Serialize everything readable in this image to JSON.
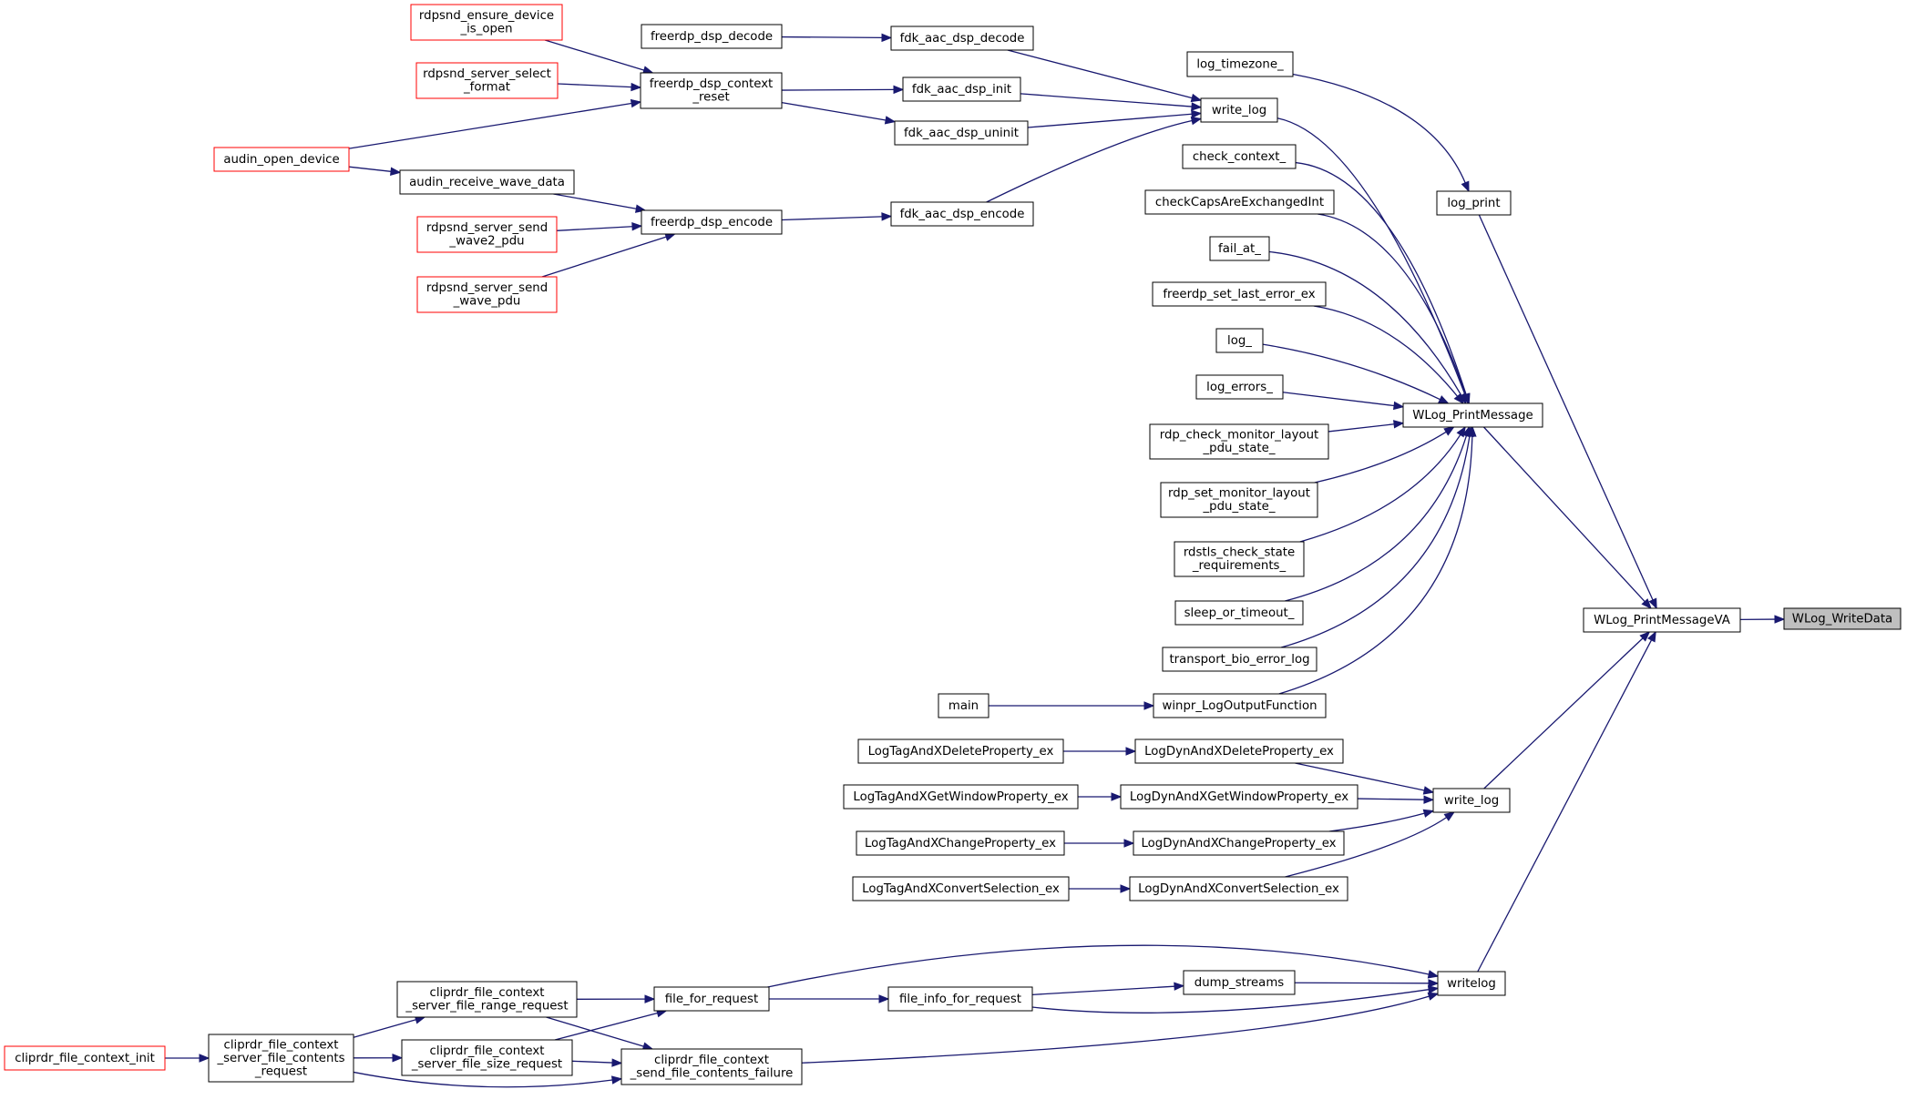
{
  "graph": {
    "title": "",
    "colors": {
      "edge": "#191970",
      "node_border": "#000000",
      "truncated_node_border": "#ff0000",
      "focus_node_fill": "#bfbfbf",
      "background": "#ffffff"
    },
    "nodes": [
      {
        "id": "wlog_writedata",
        "lines": [
          "WLog_WriteData"
        ],
        "style": "focus"
      },
      {
        "id": "wlog_printmessageva",
        "lines": [
          "WLog_PrintMessageVA"
        ],
        "style": "normal"
      },
      {
        "id": "log_print",
        "lines": [
          "log_print"
        ],
        "style": "normal"
      },
      {
        "id": "wlog_printmessage",
        "lines": [
          "WLog_PrintMessage"
        ],
        "style": "normal"
      },
      {
        "id": "write_log_x",
        "lines": [
          "write_log"
        ],
        "style": "normal"
      },
      {
        "id": "writelog",
        "lines": [
          "writelog"
        ],
        "style": "normal"
      },
      {
        "id": "log_timezone",
        "lines": [
          "log_timezone_"
        ],
        "style": "normal"
      },
      {
        "id": "write_log_dsp",
        "lines": [
          "write_log"
        ],
        "style": "normal"
      },
      {
        "id": "check_context",
        "lines": [
          "check_context_"
        ],
        "style": "normal"
      },
      {
        "id": "checkcaps",
        "lines": [
          "checkCapsAreExchangedInt"
        ],
        "style": "normal"
      },
      {
        "id": "fail_at",
        "lines": [
          "fail_at_"
        ],
        "style": "normal"
      },
      {
        "id": "freerdp_set_last_error_ex",
        "lines": [
          "freerdp_set_last_error_ex"
        ],
        "style": "normal"
      },
      {
        "id": "log_",
        "lines": [
          "log_"
        ],
        "style": "normal"
      },
      {
        "id": "log_errors",
        "lines": [
          "log_errors_"
        ],
        "style": "normal"
      },
      {
        "id": "rdp_check_monitor",
        "lines": [
          "rdp_check_monitor_layout",
          "_pdu_state_"
        ],
        "style": "normal"
      },
      {
        "id": "rdp_set_monitor",
        "lines": [
          "rdp_set_monitor_layout",
          "_pdu_state_"
        ],
        "style": "normal"
      },
      {
        "id": "rdstls_check",
        "lines": [
          "rdstls_check_state",
          "_requirements_"
        ],
        "style": "normal"
      },
      {
        "id": "sleep_or_timeout",
        "lines": [
          "sleep_or_timeout_"
        ],
        "style": "normal"
      },
      {
        "id": "transport_bio_error_log",
        "lines": [
          "transport_bio_error_log"
        ],
        "style": "normal"
      },
      {
        "id": "winpr_logoutputfunction",
        "lines": [
          "winpr_LogOutputFunction"
        ],
        "style": "normal"
      },
      {
        "id": "main",
        "lines": [
          "main"
        ],
        "style": "normal"
      },
      {
        "id": "fdk_aac_dsp_decode",
        "lines": [
          "fdk_aac_dsp_decode"
        ],
        "style": "normal"
      },
      {
        "id": "fdk_aac_dsp_init",
        "lines": [
          "fdk_aac_dsp_init"
        ],
        "style": "normal"
      },
      {
        "id": "fdk_aac_dsp_uninit",
        "lines": [
          "fdk_aac_dsp_uninit"
        ],
        "style": "normal"
      },
      {
        "id": "fdk_aac_dsp_encode",
        "lines": [
          "fdk_aac_dsp_encode"
        ],
        "style": "normal"
      },
      {
        "id": "freerdp_dsp_decode",
        "lines": [
          "freerdp_dsp_decode"
        ],
        "style": "normal"
      },
      {
        "id": "freerdp_dsp_context_reset",
        "lines": [
          "freerdp_dsp_context",
          "_reset"
        ],
        "style": "normal"
      },
      {
        "id": "freerdp_dsp_encode",
        "lines": [
          "freerdp_dsp_encode"
        ],
        "style": "normal"
      },
      {
        "id": "rdpsnd_ensure_device",
        "lines": [
          "rdpsnd_ensure_device",
          "_is_open"
        ],
        "style": "truncated"
      },
      {
        "id": "rdpsnd_server_select",
        "lines": [
          "rdpsnd_server_select",
          "_format"
        ],
        "style": "truncated"
      },
      {
        "id": "audin_open_device",
        "lines": [
          "audin_open_device"
        ],
        "style": "truncated"
      },
      {
        "id": "audin_receive_wave_data",
        "lines": [
          "audin_receive_wave_data"
        ],
        "style": "normal"
      },
      {
        "id": "rdpsnd_send_wave2",
        "lines": [
          "rdpsnd_server_send",
          "_wave2_pdu"
        ],
        "style": "truncated"
      },
      {
        "id": "rdpsnd_send_wave",
        "lines": [
          "rdpsnd_server_send",
          "_wave_pdu"
        ],
        "style": "truncated"
      },
      {
        "id": "logdyn_delete",
        "lines": [
          "LogDynAndXDeleteProperty_ex"
        ],
        "style": "normal"
      },
      {
        "id": "logdyn_getwindow",
        "lines": [
          "LogDynAndXGetWindowProperty_ex"
        ],
        "style": "normal"
      },
      {
        "id": "logdyn_change",
        "lines": [
          "LogDynAndXChangeProperty_ex"
        ],
        "style": "normal"
      },
      {
        "id": "logdyn_convert",
        "lines": [
          "LogDynAndXConvertSelection_ex"
        ],
        "style": "normal"
      },
      {
        "id": "logtag_delete",
        "lines": [
          "LogTagAndXDeleteProperty_ex"
        ],
        "style": "normal"
      },
      {
        "id": "logtag_getwindow",
        "lines": [
          "LogTagAndXGetWindowProperty_ex"
        ],
        "style": "normal"
      },
      {
        "id": "logtag_change",
        "lines": [
          "LogTagAndXChangeProperty_ex"
        ],
        "style": "normal"
      },
      {
        "id": "logtag_convert",
        "lines": [
          "LogTagAndXConvertSelection_ex"
        ],
        "style": "normal"
      },
      {
        "id": "dump_streams",
        "lines": [
          "dump_streams"
        ],
        "style": "normal"
      },
      {
        "id": "file_for_request",
        "lines": [
          "file_for_request"
        ],
        "style": "normal"
      },
      {
        "id": "file_info_for_request",
        "lines": [
          "file_info_for_request"
        ],
        "style": "normal"
      },
      {
        "id": "cliprdr_send_failure",
        "lines": [
          "cliprdr_file_context",
          "_send_file_contents_failure"
        ],
        "style": "normal"
      },
      {
        "id": "cliprdr_range_request",
        "lines": [
          "cliprdr_file_context",
          "_server_file_range_request"
        ],
        "style": "normal"
      },
      {
        "id": "cliprdr_size_request",
        "lines": [
          "cliprdr_file_context",
          "_server_file_size_request"
        ],
        "style": "normal"
      },
      {
        "id": "cliprdr_contents_request",
        "lines": [
          "cliprdr_file_context",
          "_server_file_contents",
          "_request"
        ],
        "style": "normal"
      },
      {
        "id": "cliprdr_init",
        "lines": [
          "cliprdr_file_context_init"
        ],
        "style": "truncated"
      }
    ],
    "edges": [
      [
        "wlog_printmessageva",
        "wlog_writedata"
      ],
      [
        "log_print",
        "wlog_printmessageva"
      ],
      [
        "wlog_printmessage",
        "wlog_printmessageva"
      ],
      [
        "write_log_x",
        "wlog_printmessageva"
      ],
      [
        "writelog",
        "wlog_printmessageva"
      ],
      [
        "log_timezone",
        "log_print"
      ],
      [
        "write_log_dsp",
        "wlog_printmessage"
      ],
      [
        "check_context",
        "wlog_printmessage"
      ],
      [
        "checkcaps",
        "wlog_printmessage"
      ],
      [
        "fail_at",
        "wlog_printmessage"
      ],
      [
        "freerdp_set_last_error_ex",
        "wlog_printmessage"
      ],
      [
        "log_",
        "wlog_printmessage"
      ],
      [
        "log_errors",
        "wlog_printmessage"
      ],
      [
        "rdp_check_monitor",
        "wlog_printmessage"
      ],
      [
        "rdp_set_monitor",
        "wlog_printmessage"
      ],
      [
        "rdstls_check",
        "wlog_printmessage"
      ],
      [
        "sleep_or_timeout",
        "wlog_printmessage"
      ],
      [
        "transport_bio_error_log",
        "wlog_printmessage"
      ],
      [
        "winpr_logoutputfunction",
        "wlog_printmessage"
      ],
      [
        "main",
        "winpr_logoutputfunction"
      ],
      [
        "fdk_aac_dsp_decode",
        "write_log_dsp"
      ],
      [
        "fdk_aac_dsp_init",
        "write_log_dsp"
      ],
      [
        "fdk_aac_dsp_uninit",
        "write_log_dsp"
      ],
      [
        "fdk_aac_dsp_encode",
        "write_log_dsp"
      ],
      [
        "freerdp_dsp_decode",
        "fdk_aac_dsp_decode"
      ],
      [
        "freerdp_dsp_context_reset",
        "fdk_aac_dsp_init"
      ],
      [
        "freerdp_dsp_context_reset",
        "fdk_aac_dsp_uninit"
      ],
      [
        "freerdp_dsp_encode",
        "fdk_aac_dsp_encode"
      ],
      [
        "rdpsnd_ensure_device",
        "freerdp_dsp_context_reset"
      ],
      [
        "rdpsnd_server_select",
        "freerdp_dsp_context_reset"
      ],
      [
        "audin_open_device",
        "freerdp_dsp_context_reset"
      ],
      [
        "audin_open_device",
        "audin_receive_wave_data"
      ],
      [
        "audin_receive_wave_data",
        "freerdp_dsp_encode"
      ],
      [
        "rdpsnd_send_wave2",
        "freerdp_dsp_encode"
      ],
      [
        "rdpsnd_send_wave",
        "freerdp_dsp_encode"
      ],
      [
        "logdyn_delete",
        "write_log_x"
      ],
      [
        "logdyn_getwindow",
        "write_log_x"
      ],
      [
        "logdyn_change",
        "write_log_x"
      ],
      [
        "logdyn_convert",
        "write_log_x"
      ],
      [
        "logtag_delete",
        "logdyn_delete"
      ],
      [
        "logtag_getwindow",
        "logdyn_getwindow"
      ],
      [
        "logtag_change",
        "logdyn_change"
      ],
      [
        "logtag_convert",
        "logdyn_convert"
      ],
      [
        "dump_streams",
        "writelog"
      ],
      [
        "file_for_request",
        "writelog"
      ],
      [
        "file_info_for_request",
        "writelog"
      ],
      [
        "cliprdr_send_failure",
        "writelog"
      ],
      [
        "file_info_for_request",
        "dump_streams"
      ],
      [
        "file_for_request",
        "file_info_for_request"
      ],
      [
        "cliprdr_range_request",
        "file_for_request"
      ],
      [
        "cliprdr_size_request",
        "file_for_request"
      ],
      [
        "cliprdr_range_request",
        "cliprdr_send_failure"
      ],
      [
        "cliprdr_size_request",
        "cliprdr_send_failure"
      ],
      [
        "cliprdr_contents_request",
        "cliprdr_send_failure"
      ],
      [
        "cliprdr_contents_request",
        "cliprdr_range_request"
      ],
      [
        "cliprdr_contents_request",
        "cliprdr_size_request"
      ],
      [
        "cliprdr_init",
        "cliprdr_contents_request"
      ]
    ]
  }
}
